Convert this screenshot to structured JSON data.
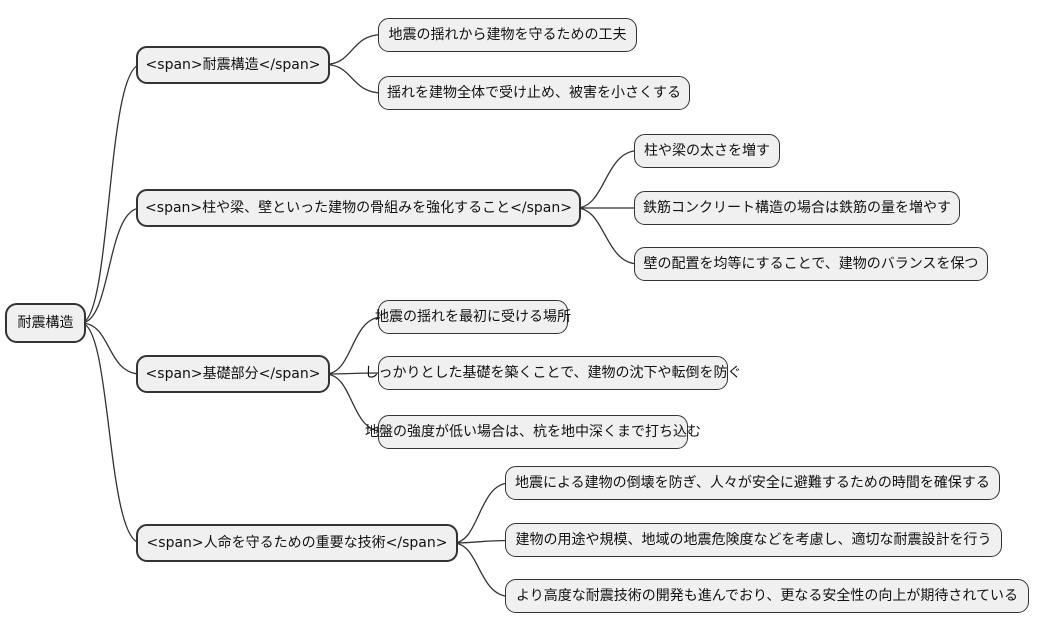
{
  "diagram": {
    "type": "mindmap",
    "root": {
      "label": "耐震構造"
    },
    "branches": [
      {
        "label": "<span>耐震構造</span>",
        "children": [
          "地震の揺れから建物を守るための工夫",
          "揺れを建物全体で受け止め、被害を小さくする"
        ]
      },
      {
        "label": "<span>柱や梁、壁といった建物の骨組みを強化すること</span>",
        "children": [
          "柱や梁の太さを増す",
          "鉄筋コンクリート構造の場合は鉄筋の量を増やす",
          "壁の配置を均等にすることで、建物のバランスを保つ"
        ]
      },
      {
        "label": "<span>基礎部分</span>",
        "children": [
          "地震の揺れを最初に受ける場所",
          "しっかりとした基礎を築くことで、建物の沈下や転倒を防ぐ",
          "地盤の強度が低い場合は、杭を地中深くまで打ち込む"
        ]
      },
      {
        "label": "<span>人命を守るための重要な技術</span>",
        "children": [
          "地震による建物の倒壊を防ぎ、人々が安全に避難するための時間を確保する",
          "建物の用途や規模、地域の地震危険度などを考慮し、適切な耐震設計を行う",
          "より高度な耐震技術の開発も進んでおり、更なる安全性の向上が期待されている"
        ]
      }
    ],
    "colors": {
      "node_fill": "#f0f0f0",
      "node_border": "#333333",
      "edge": "#333333",
      "text": "#111111",
      "background": "#ffffff"
    }
  }
}
